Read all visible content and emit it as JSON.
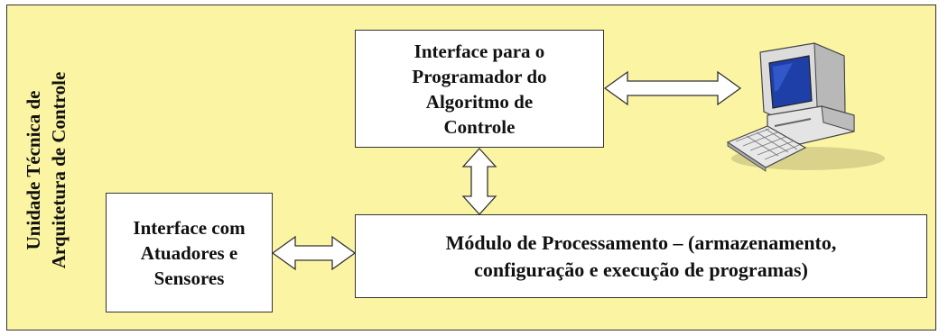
{
  "frame": {
    "vertical_title_line1": "Unidade Técnica de",
    "vertical_title_line2": "Arquitetura de Controle"
  },
  "boxes": {
    "programmer_interface": {
      "line1": "Interface para  o",
      "line2": "Programador do",
      "line3": "Algoritmo de",
      "line4": "Controle"
    },
    "actuators_interface": {
      "line1": "Interface com",
      "line2": "Atuadores e",
      "line3": "Sensores"
    },
    "processing_module": {
      "line1": "Módulo de Processamento – (armazenamento,",
      "line2": "configuração e execução de programas)"
    }
  },
  "icons": [
    "computer-icon"
  ],
  "colors": {
    "background": "#fbf5a3",
    "box_fill": "#ffffff",
    "border": "#333333"
  }
}
